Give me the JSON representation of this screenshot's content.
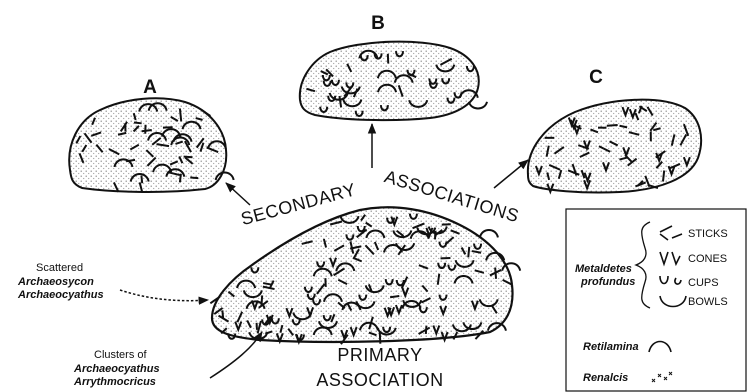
{
  "labels": {
    "a": "A",
    "b": "B",
    "c": "C",
    "secondary": "SECONDARY",
    "associations": "ASSOCIATIONS",
    "primary_line1": "PRIMARY",
    "primary_line2": "ASSOCIATION"
  },
  "scattered": {
    "heading": "Scattered",
    "taxa": [
      "Archaeosycon",
      "Archaeocyathus"
    ]
  },
  "clusters": {
    "heading": "Clusters of",
    "taxa": [
      "Archaeocyathus",
      "Arrythmocricus"
    ]
  },
  "legend": {
    "taxon_line1": "Metaldetes",
    "taxon_line2": "profundus",
    "forms": [
      "STICKS",
      "CONES",
      "CUPS",
      "BOWLS"
    ],
    "retilamina": "Retilamina",
    "renalcis": "Renalcis"
  },
  "colors": {
    "ink": "#111111",
    "paper": "#ffffff",
    "stipple": "#9a9a9a"
  }
}
